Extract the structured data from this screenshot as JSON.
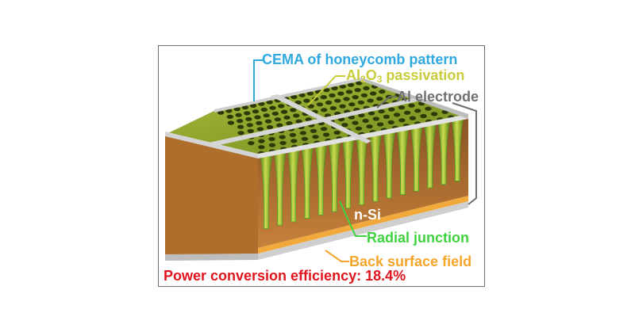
{
  "labels": {
    "cema": {
      "text": "CEMA of honeycomb pattern",
      "color": "#2fa9e0"
    },
    "al2o3": {
      "pre": "Al",
      "sub1": "2",
      "mid": "O",
      "sub2": "3",
      "post": " passivation",
      "color": "#c9cc3b"
    },
    "al_electrode": {
      "text": "Al electrode",
      "color": "#707070"
    },
    "nsi": {
      "text": "n-Si",
      "color": "#ffffff"
    },
    "radial_junction": {
      "text": "Radial junction",
      "color": "#3fd33f"
    },
    "back_surface_field": {
      "text": "Back surface field",
      "color": "#f4a52a"
    }
  },
  "caption": {
    "text": "Power conversion efficiency: 18.4%",
    "color": "#e0141c"
  },
  "colors": {
    "silicon": "#b8742f",
    "silicon_dark": "#7a4718",
    "honeycomb": "#8aa02a",
    "hole": "#2c3a09",
    "electrode": "#cfcfcf",
    "bsf": "#f2a93b"
  }
}
